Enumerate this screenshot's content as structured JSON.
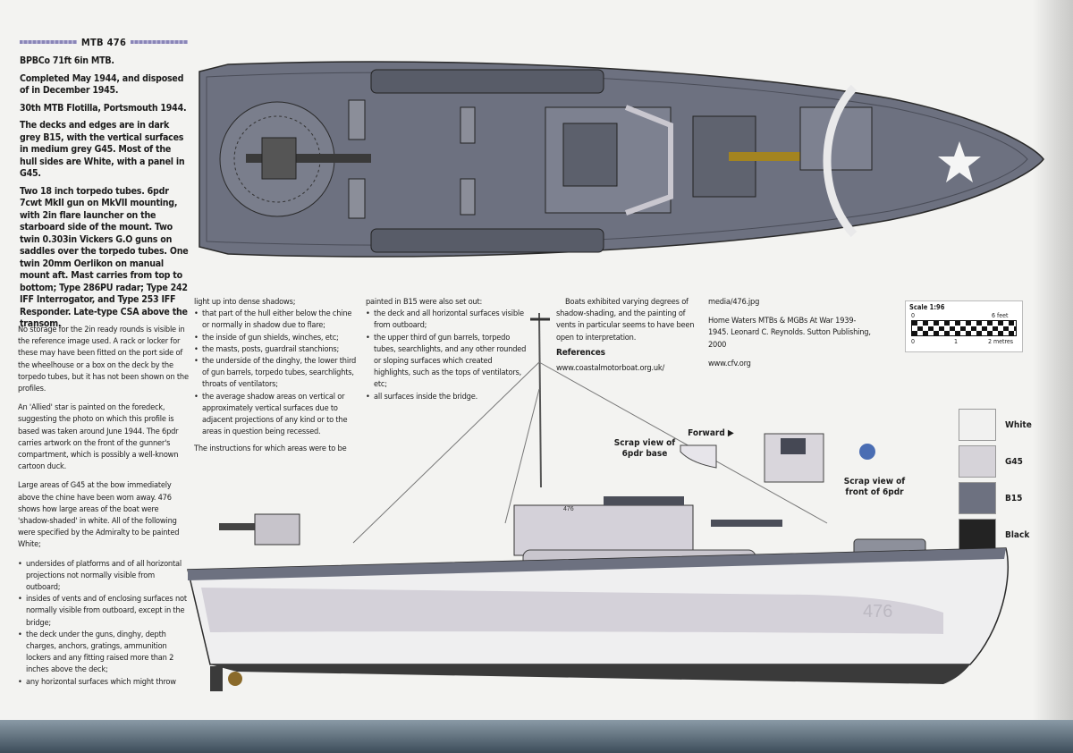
{
  "title": "MTB 476",
  "intro": {
    "type": "BPBCo 71ft 6in MTB.",
    "completed": "Completed May 1944, and disposed of in December 1945.",
    "flotilla": "30th MTB Flotilla, Portsmouth 1944.",
    "colours": "The decks and edges are in dark grey B15, with the vertical surfaces in medium grey G45. Most of the hull sides are White, with a panel in G45.",
    "armament": "Two 18 inch torpedo tubes. 6pdr 7cwt MkII gun on MkVII mounting, with 2in flare launcher on the starboard side of the mount. Two twin 0.303in Vickers G.O guns on saddles over the torpedo tubes. One twin 20mm Oerlikon on manual mount aft. Mast carries from top to bottom; Type 286PU radar; Type 242 IFF Interrogator, and Type 253 IFF Responder. Late-type CSA above the transom."
  },
  "body": {
    "p1": "No storage for the 2in ready rounds is visible in the reference image used. A rack or locker for these may have been fitted on the port side of the wheelhouse or a box on the deck by the torpedo tubes, but it has not been shown on the profiles.",
    "p2": "An 'Allied' star is painted on the foredeck, suggesting the photo on which this profile is based was taken around June 1944. The 6pdr carries artwork on the front of the gunner's compartment, which is possibly a well-known cartoon duck.",
    "p3": "Large areas of G45 at the bow immediately above the chine have been worn away. 476 shows how large areas of the boat were 'shadow-shaded' in white. All of the following were specified by the Admiralty to be painted White;",
    "white_items": [
      "undersides of platforms and of all horizontal projections not normally visible from outboard;",
      "insides of vents and of enclosing surfaces not normally visible from outboard, except in the bridge;",
      "the deck under the guns, dinghy, depth charges, anchors, gratings, ammunition lockers and any fitting raised more than 2 inches above the deck;",
      "any horizontal surfaces which might throw"
    ]
  },
  "col2": {
    "lead": "light up into dense shadows;",
    "items": [
      "that part of the hull either below the chine or normally in shadow due to flare;",
      "the inside of gun shields, winches, etc;",
      "the masts, posts, guardrail stanchions;",
      "the underside of the dinghy, the lower third of gun barrels, torpedo tubes, searchlights, throats of ventilators;",
      "the average shadow areas on vertical or approximately vertical surfaces due to adjacent projections of any kind or to the areas in question being recessed."
    ],
    "tail": "The instructions for which areas were to be"
  },
  "col3": {
    "lead": "painted in B15 were also set out:",
    "items": [
      "the deck and all horizontal surfaces visible from outboard;",
      "the upper third of gun barrels, torpedo tubes, searchlights, and any other rounded or sloping surfaces which created highlights, such as the tops of ventilators, etc;",
      "all surfaces inside the bridge."
    ]
  },
  "col4": {
    "p": "Boats exhibited varying degrees of shadow-shading, and the painting of vents in particular seems to have been open to interpretation.",
    "ref_heading": "References",
    "ref1": "www.coastalmotorboat.org.uk/"
  },
  "col5": {
    "ref2": "media/476.jpg",
    "ref3": "Home Waters MTBs & MGBs At War 1939-1945. Leonard C. Reynolds. Sutton Publishing, 2000",
    "ref4": "www.cfv.org"
  },
  "scale": {
    "title": "Scale 1:96",
    "top_left": "0",
    "top_right": "6 feet",
    "bottom_0": "0",
    "bottom_1": "1",
    "bottom_2": "2 metres"
  },
  "swatches": [
    {
      "label": "White",
      "color": "#f1f1f0"
    },
    {
      "label": "G45",
      "color": "#d6d3d9"
    },
    {
      "label": "B15",
      "color": "#6d7180"
    },
    {
      "label": "Black",
      "color": "#232323"
    }
  ],
  "captions": {
    "scrap_base": "Scrap view of 6pdr base",
    "forward": "Forward ▶",
    "scrap_front": "Scrap view of front of 6pdr"
  },
  "hull_number": "476",
  "wheelhouse_number": "476",
  "colors": {
    "deck_b15": "#6d7180",
    "hull_white": "#efeff0",
    "hull_g45": "#d4d1d9",
    "antifoul": "#3a3a3a",
    "title_rule": "#8a86b8"
  }
}
